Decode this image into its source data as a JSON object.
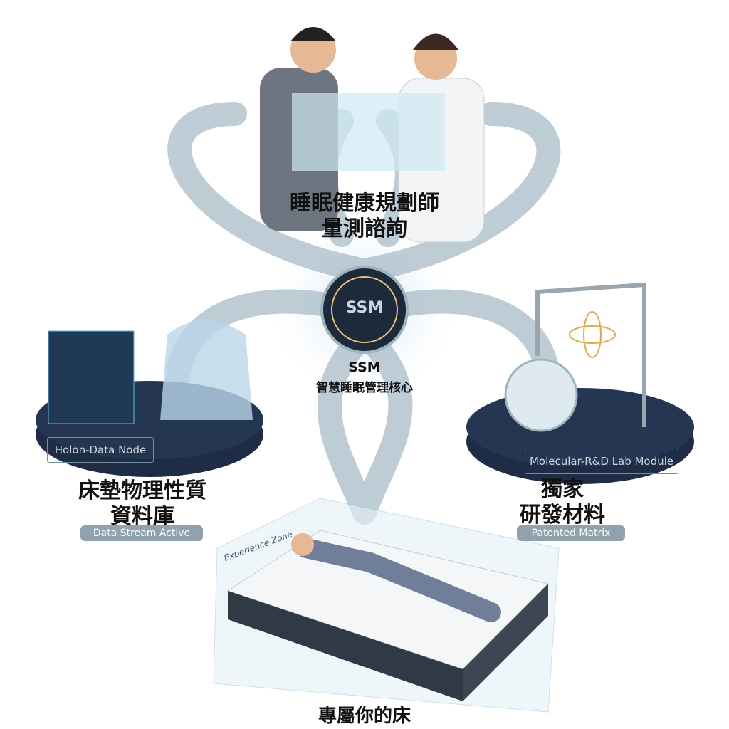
{
  "top": {
    "title_line1": "睡眠健康規劃師",
    "title_line2": "量測諮詢"
  },
  "core": {
    "badge": "SSM",
    "label": "SSM",
    "subtitle": "智慧睡眠管理核心"
  },
  "left": {
    "node": "Holon-Data Node",
    "title_line1": "床墊物理性質",
    "title_line2": "資料庫",
    "status": "Data Stream Active"
  },
  "right": {
    "node": "Molecular-R&D Lab Module",
    "title_line1": "獨家",
    "title_line2": "研發材料",
    "status": "Patented Matrix"
  },
  "bottom": {
    "zone": "Experience Zone",
    "title": "專屬你的床"
  },
  "colors": {
    "tube": "#9fb3bf",
    "platform": "#1e2d45",
    "pill": "#8fa2ad",
    "glow": "#e9c27a"
  }
}
